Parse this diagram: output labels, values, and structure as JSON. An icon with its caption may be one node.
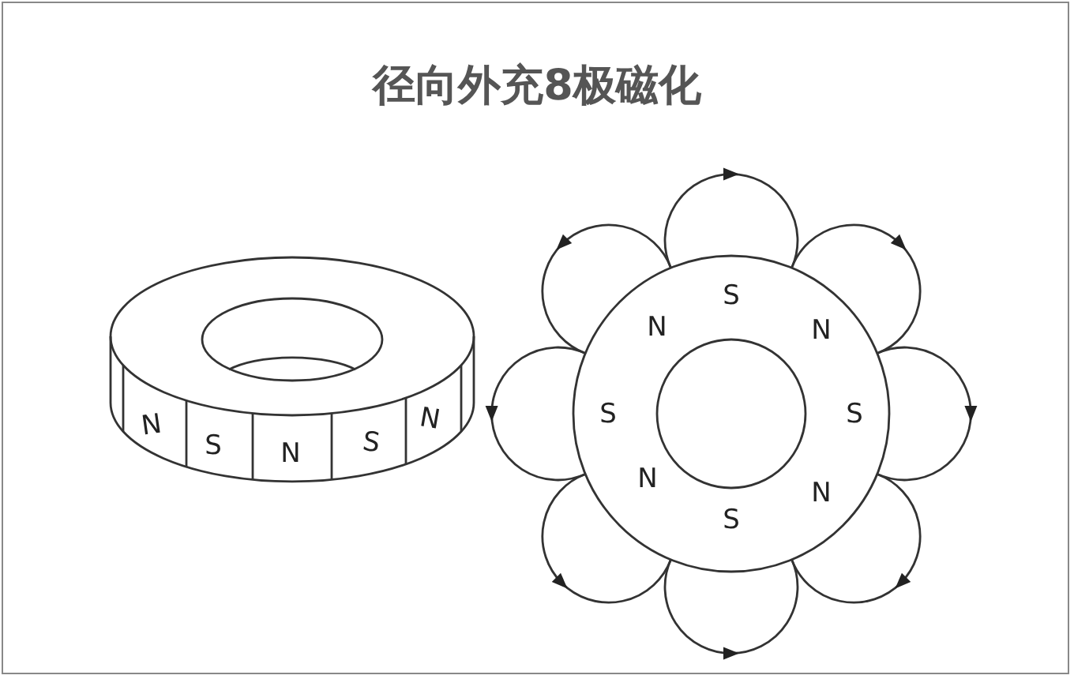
{
  "diagram": {
    "title": "径向外充8极磁化",
    "labels": [
      "N",
      "S",
      "N",
      "S",
      "N",
      "S",
      "N",
      "N",
      "S",
      "S",
      "N",
      "N",
      "S"
    ]
  }
}
